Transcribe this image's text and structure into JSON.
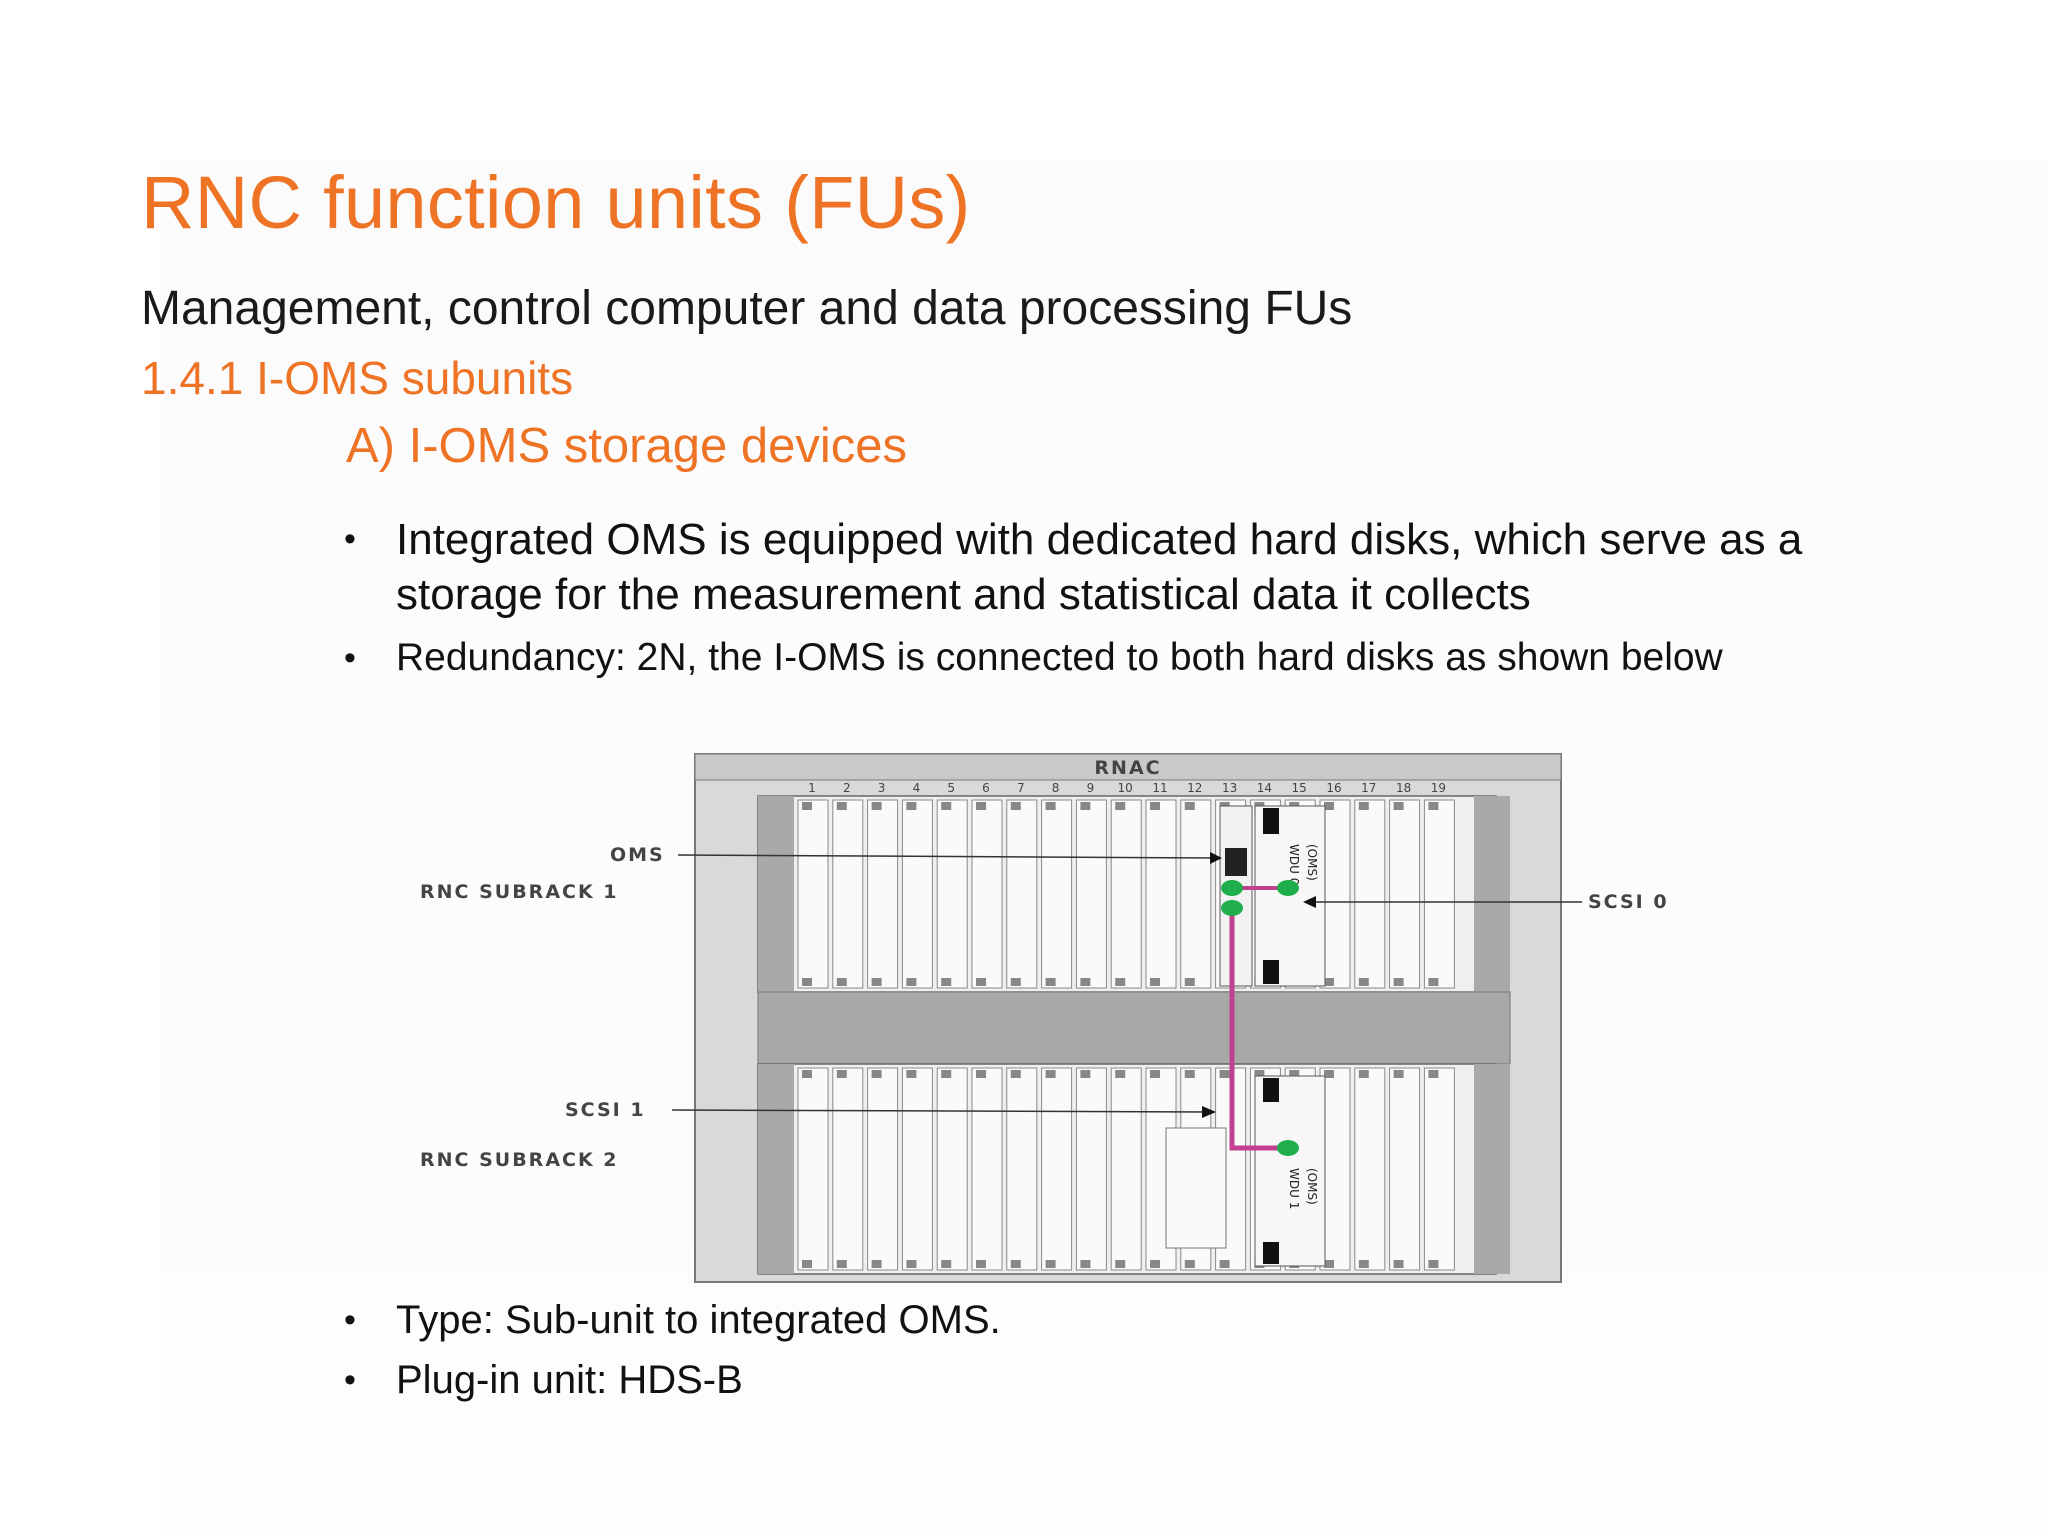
{
  "slide": {
    "title": "RNC function units (FUs)",
    "subtitle": "Management, control computer and data processing FUs",
    "section": "1.4.1 I-OMS subunits",
    "subsection": "A) I-OMS storage devices",
    "bullet_glyph": "•",
    "bullets_top": [
      "Integrated OMS is equipped with dedicated hard disks, which serve as a storage for the measurement and statistical data it collects",
      "Redundancy: 2N, the I-OMS is connected to both hard disks as shown below"
    ],
    "bullets_bottom": [
      "Type: Sub-unit to integrated OMS.",
      "Plug-in unit: HDS-B"
    ]
  },
  "diagram": {
    "cabinet_label": "RNAC",
    "slot_numbers": [
      "1",
      "2",
      "3",
      "4",
      "5",
      "6",
      "7",
      "8",
      "9",
      "10",
      "11",
      "12",
      "13",
      "14",
      "15",
      "16",
      "17",
      "18",
      "19"
    ],
    "labels": {
      "oms": "OMS",
      "subrack1": "RNC SUBRACK 1",
      "scsi0": "SCSI 0",
      "scsi1": "SCSI 1",
      "subrack2": "RNC SUBRACK 2",
      "wdu0": "WDU 0",
      "wdu1": "WDU 1",
      "wdu_oms": "(OMS)"
    },
    "colors": {
      "title_orange": "#ee7325",
      "cable_magenta": "#c2408f",
      "connector_green": "#1fae4b",
      "rack_gray": "#b9b9b9"
    }
  }
}
